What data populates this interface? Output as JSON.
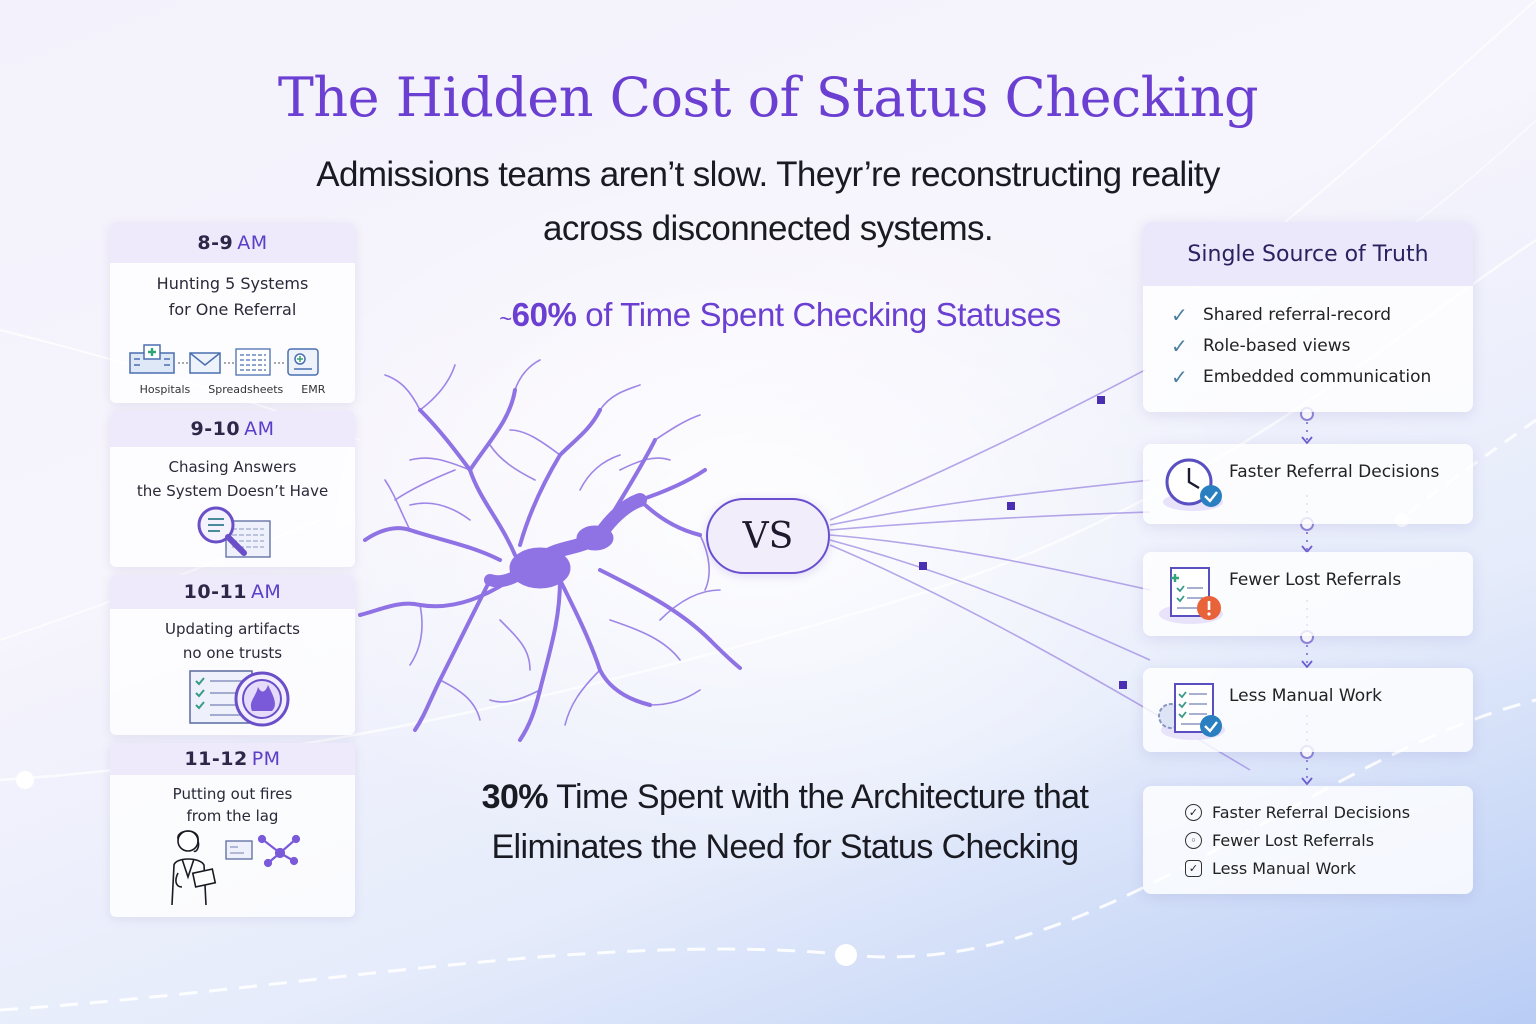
{
  "title": "The Hidden Cost of Status Checking",
  "subtitle_line1": "Admissions teams aren’t slow. Theyr’re reconstructing reality",
  "subtitle_line2": "across disconnected systems.",
  "stat_top": {
    "prefix": "~",
    "number": "60%",
    "text": " of Time Spent Checking Statuses"
  },
  "stat_bottom": {
    "number": "30%",
    "line1": " Time Spent with the Architecture that",
    "line2": "Eliminates the Need for Status Checking"
  },
  "vs_label": "VS",
  "timeline": [
    {
      "time": "8-9",
      "ampm": "AM",
      "line1": "Hunting 5 Systems",
      "line2": "for One Referral",
      "systems": [
        "Hospitals",
        "Spreadsheets",
        "EMR"
      ]
    },
    {
      "time": "9-10",
      "ampm": "AM",
      "line1": "Chasing Answers",
      "line2": "the System Doesn’t Have"
    },
    {
      "time": "10-11",
      "ampm": "AM",
      "line1": "Updating artifacts",
      "line2": "no one trusts"
    },
    {
      "time": "11-12",
      "ampm": "PM",
      "line1": "Putting out fires",
      "line2": "from the lag"
    }
  ],
  "truth": {
    "title": "Single Source of Truth",
    "items": [
      "Shared referral-record",
      "Role-based views",
      "Embedded communication"
    ]
  },
  "benefits": [
    {
      "label": "Faster Referral Decisions",
      "icon": "clock-check-icon"
    },
    {
      "label": "Fewer Lost Referrals",
      "icon": "document-alert-icon"
    },
    {
      "label": "Less Manual Work",
      "icon": "checklist-gear-icon"
    }
  ],
  "summary": [
    {
      "label": "Faster Referral Decisions",
      "icon": "check-circle-icon"
    },
    {
      "label": "Fewer Lost Referrals",
      "icon": "target-icon"
    },
    {
      "label": "Less Manual Work",
      "icon": "check-box-icon"
    }
  ],
  "colors": {
    "accent": "#6a3fd1",
    "crack": "#8d6ee0",
    "card_header": "#eee9fb"
  }
}
